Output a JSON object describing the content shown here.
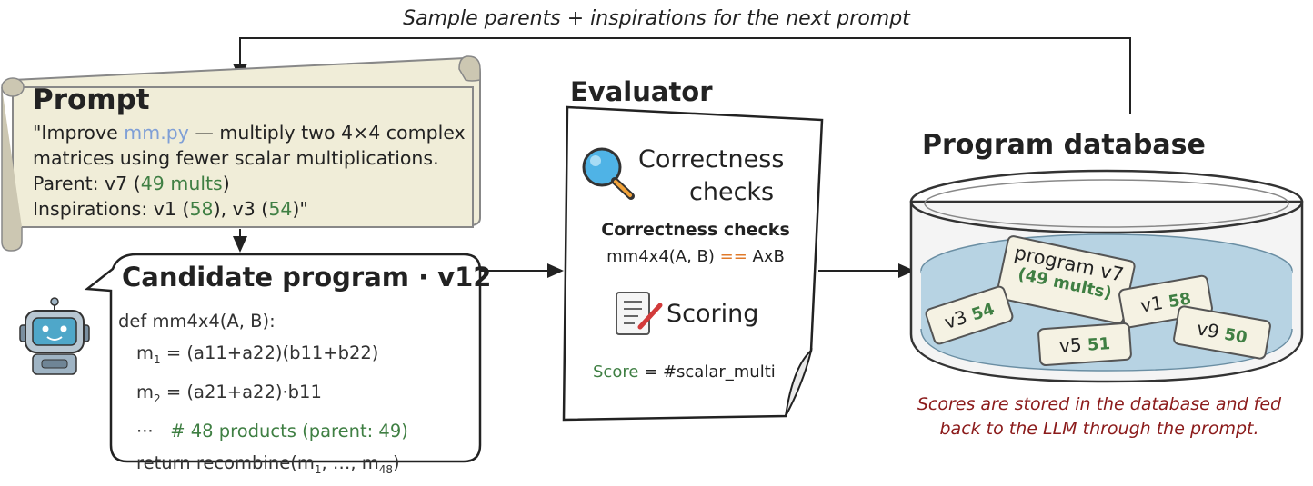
{
  "feedback": {
    "caption": "Sample parents + inspirations for the next prompt"
  },
  "prompt": {
    "title": "Prompt",
    "line1_pre": "\"Improve ",
    "line1_file": "mm.py",
    "line1_post": " — multiply two 4×4 complex",
    "line2": "matrices using fewer scalar multiplications.",
    "parent_pre": "Parent: v7 (",
    "parent_val": "49 mults",
    "parent_post": ")",
    "insp_pre": "Inspirations: v1 (",
    "insp_v1": "58",
    "insp_mid": "), v3 (",
    "insp_v3": "54",
    "insp_post": ")\""
  },
  "candidate": {
    "title": "Candidate program · v12",
    "def_line": "def mm4x4(A, B):",
    "m1": {
      "lhs": "m",
      "lhs_sub": "1",
      "rhs": "= (a11+a22)(b11+b22)"
    },
    "m2": {
      "lhs": "m",
      "lhs_sub": "2",
      "rhs": "= (a21+a22)·b11"
    },
    "ellipsis": "···",
    "comment": "# 48 products (parent: 49)",
    "return_pre": "return recombine(m",
    "return_sub1": "1",
    "return_mid": ", …, m",
    "return_sub2": "48",
    "return_post": ")"
  },
  "evaluator": {
    "title": "Evaluator",
    "check_label_line1": "Correctness",
    "check_label_line2": "checks",
    "check_sub": "Correctness checks",
    "expr_pre": "mm4x4(A, B) ",
    "expr_op": "==",
    "expr_post": " AxB",
    "scoring_label": "Scoring",
    "score_key": "Score",
    "score_val": " = #scalar_multi"
  },
  "database": {
    "title": "Program database",
    "note_line1": "Scores are stored in the database and fed",
    "note_line2": "back to the LLM through the prompt.",
    "tags": [
      {
        "label": "program v7",
        "detail": "(49 mults)"
      },
      {
        "label": "v3",
        "score": "54"
      },
      {
        "label": "v1",
        "score": "58"
      },
      {
        "label": "v5",
        "score": "51"
      },
      {
        "label": "v9",
        "score": "50"
      }
    ]
  },
  "colors": {
    "green": "#3f7f43",
    "note": "#8b1a1a",
    "scroll": "#f0edd8",
    "water": "#b7d3e3"
  },
  "icons": [
    "magnifier-icon",
    "document-pen-icon",
    "robot-icon"
  ]
}
